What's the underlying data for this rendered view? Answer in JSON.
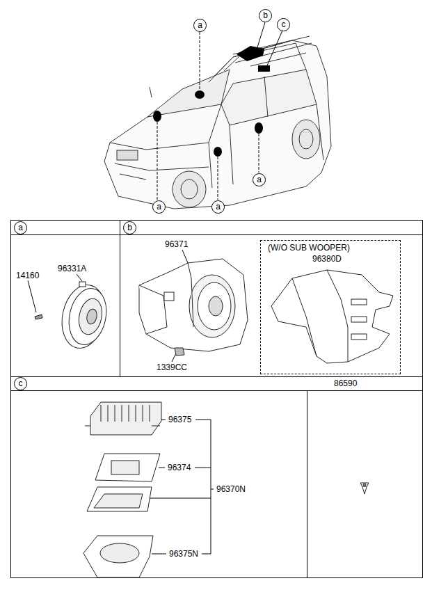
{
  "diagram": {
    "nodes": [
      {
        "text": [
          "b"
        ]
      },
      {
        "text": [
          "c"
        ]
      },
      {
        "text": [
          "a"
        ]
      },
      {
        "text": [
          "a"
        ]
      },
      {
        "text": [
          "a"
        ]
      },
      {
        "text": [
          "a"
        ]
      },
      {
        "text": [
          "a"
        ]
      },
      {
        "text": [
          "b"
        ]
      },
      {
        "text": [
          "(W/O SUB WOOPER)",
          "96380D"
        ]
      },
      {
        "text": [
          "c"
        ]
      }
    ],
    "labels": [
      "96331A",
      "14160",
      "96371",
      "1339CC",
      "86590",
      "96375",
      "96374",
      "96370N",
      "96375N"
    ]
  }
}
